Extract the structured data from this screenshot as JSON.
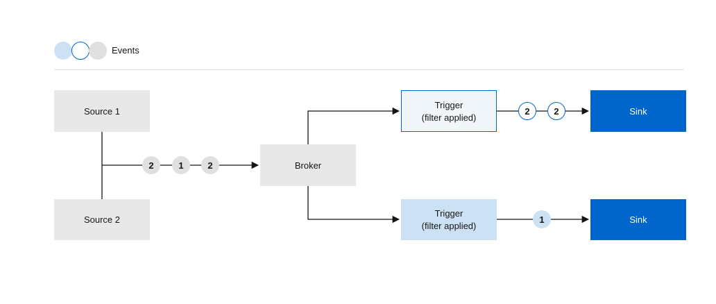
{
  "legend": {
    "label": "Events",
    "dots": [
      "light-blue-event",
      "outlined-event",
      "gray-event"
    ]
  },
  "nodes": {
    "source1": "Source 1",
    "source2": "Source 2",
    "broker": "Broker",
    "trigger1": {
      "title": "Trigger",
      "subtitle": "(filter applied)"
    },
    "trigger2": {
      "title": "Trigger",
      "subtitle": "(filter applied)"
    },
    "sink1": "Sink",
    "sink2": "Sink"
  },
  "events": {
    "to_broker": [
      "2",
      "1",
      "2"
    ],
    "to_sink1": [
      "2",
      "2"
    ],
    "to_sink2": [
      "1"
    ]
  },
  "colors": {
    "accent": "#0066cc",
    "light_blue": "#cde1f5",
    "gray": "#e8e8e8"
  }
}
